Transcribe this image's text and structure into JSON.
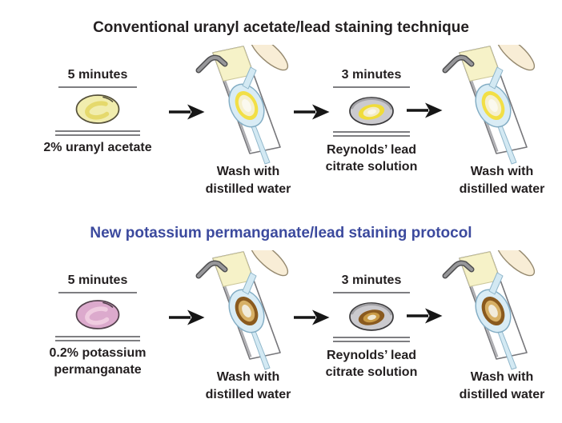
{
  "figure": {
    "type": "procedure-diagram",
    "description_items": [
      "staining reagent droplet",
      "wash step with loop over slide",
      "lead citrate dish",
      "wash step"
    ]
  },
  "colors": {
    "text": "#231f20",
    "title_blue": "#3c4a9e",
    "rule": "#7e7e81",
    "arrow": "#161616",
    "uranyl_body": "#f1edae",
    "uranyl_ring": "#e5d96c",
    "uranyl_edge": "#55503a",
    "perm_body": "#dcaacd",
    "perm_ring": "#efcce0",
    "perm_edge": "#51404b",
    "dish": "#cbcace",
    "dish_edge": "#3a393b",
    "dish_rim": "#a2a1a5",
    "dishs_y1": "#f0dc3a",
    "dishs_y2": "#f3ecc6",
    "dishs_y3": "#faf7ea",
    "dishs_b1": "#8a5a1f",
    "dishs_b2": "#c99a45",
    "dishs_b3": "#efe8d3",
    "wash_y1": "#f2df46",
    "wash_y2": "#f6f0cd",
    "wash_y3": "#fbf9ef",
    "wash_b1": "#8a5a1e",
    "wash_b2": "#d7b066",
    "wash_b3": "#f1ebdb",
    "slide_fill": "#ffffff",
    "slide_edge": "#76767a",
    "slide_shade": "#aeaeb2",
    "band": "#f6f2c8",
    "band_edge": "#ccc79a",
    "hook_dark": "#4e4e50",
    "hook_light": "#97979a",
    "water": "#d3e9f3",
    "water_edge": "#8fb6ca",
    "loop": "#d9ecf5",
    "loop_edge": "#84aec5",
    "finger": "#f8edd6",
    "finger_edge": "#95896f"
  },
  "protocols": [
    {
      "title": "Conventional uranyl acetate/lead staining technique",
      "stain": {
        "time": "5 minutes",
        "reagent1": "2% uranyl acetate",
        "reagent2": ""
      },
      "wash1": {
        "line1": "Wash with",
        "line2": "distilled water"
      },
      "lead": {
        "time": "3 minutes",
        "reagent1": "Reynolds’ lead",
        "reagent2": "citrate solution"
      },
      "wash2": {
        "line1": "Wash with",
        "line2": "distilled water"
      }
    },
    {
      "title": "New potassium permanganate/lead staining protocol",
      "stain": {
        "time": "5 minutes",
        "reagent1": "0.2% potassium",
        "reagent2": "permanganate"
      },
      "wash1": {
        "line1": "Wash with",
        "line2": "distilled water"
      },
      "lead": {
        "time": "3 minutes",
        "reagent1": "Reynolds’ lead",
        "reagent2": "citrate solution"
      },
      "wash2": {
        "line1": "Wash with",
        "line2": "distilled water"
      }
    }
  ]
}
